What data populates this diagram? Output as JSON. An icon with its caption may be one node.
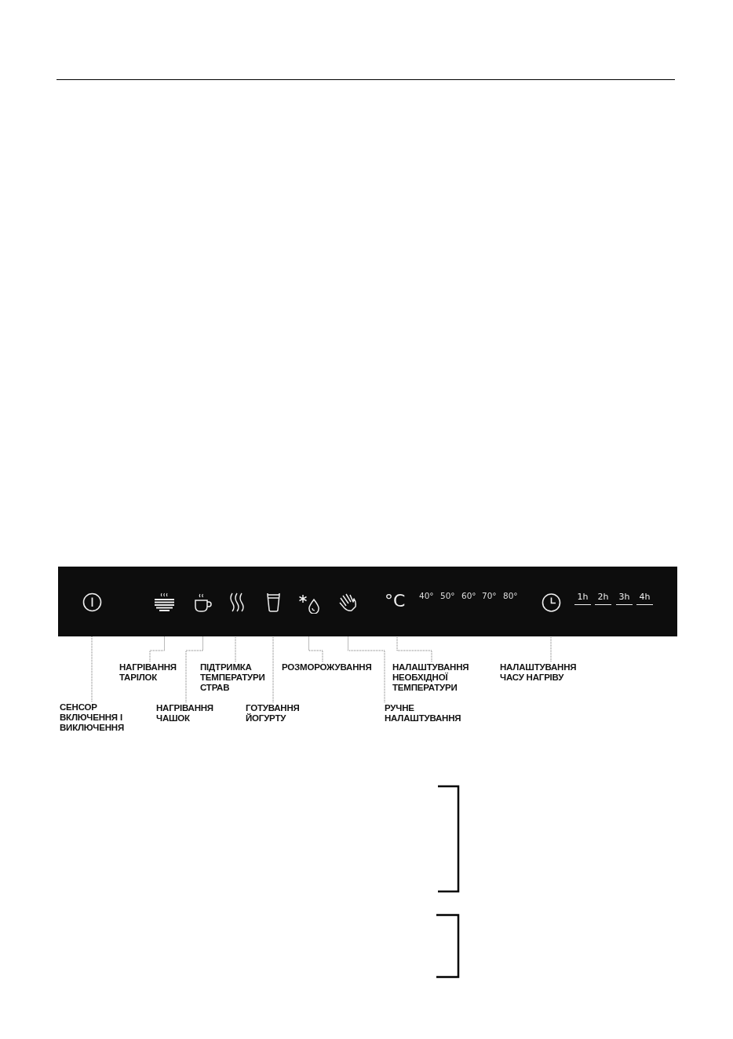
{
  "diagram": {
    "nodes": [
      {
        "text": [],
        "shape": "bar"
      },
      {
        "text": [],
        "shape": "icon",
        "in": 0
      },
      {
        "text": [],
        "shape": "icon",
        "in": 0
      },
      {
        "text": [],
        "shape": "icon",
        "in": 0
      },
      {
        "text": [],
        "shape": "icon",
        "in": 0
      },
      {
        "text": [],
        "shape": "icon",
        "in": 0
      },
      {
        "text": [],
        "shape": "icon",
        "in": 0
      },
      {
        "text": [],
        "shape": "icon",
        "in": 0
      },
      {
        "text": [
          "°C"
        ],
        "in": 0
      },
      {
        "text": [],
        "shape": "icon",
        "in": 0
      },
      {
        "text": [
          "СЕНСОР ВКЛЮЧЕННЯ І ВИКЛЮЧЕННЯ"
        ]
      },
      {
        "text": [
          "НАГРІВАННЯ ТАРІЛОК"
        ]
      },
      {
        "text": [
          "НАГРІВАННЯ ЧАШОК"
        ]
      },
      {
        "text": [
          "ПІДТРИМКА ТЕМПЕРАТУРИ СТРАВ"
        ]
      },
      {
        "text": [
          "ГОТУВАННЯ ЙОГУРТУ"
        ]
      },
      {
        "text": [
          "РОЗМОРОЖУВАННЯ"
        ]
      },
      {
        "text": [
          "РУЧНЕ НАЛАШТУВАННЯ"
        ]
      },
      {
        "text": [
          "НАЛАШТУВАННЯ НЕОБХІДНОЇ ТЕМПЕРАТУРИ"
        ]
      },
      {
        "text": [
          "НАЛАШТУВАННЯ ЧАСУ НАГРІВУ"
        ]
      }
    ],
    "edges": [
      {
        "from": 10,
        "to": 1,
        "arrow": "none"
      },
      {
        "from": 11,
        "to": 2,
        "arrow": "none"
      },
      {
        "from": 12,
        "to": 3,
        "arrow": "none"
      },
      {
        "from": 13,
        "to": 4,
        "arrow": "none"
      },
      {
        "from": 14,
        "to": 5,
        "arrow": "none"
      },
      {
        "from": 15,
        "to": 6,
        "arrow": "none"
      },
      {
        "from": 16,
        "to": 7,
        "arrow": "none"
      },
      {
        "from": 17,
        "to": 8,
        "arrow": "none"
      },
      {
        "from": 18,
        "to": 9,
        "arrow": "none"
      }
    ],
    "labels": [
      "40°",
      "50°",
      "60°",
      "70°",
      "80°",
      "1h",
      "2h",
      "3h",
      "4h"
    ]
  }
}
